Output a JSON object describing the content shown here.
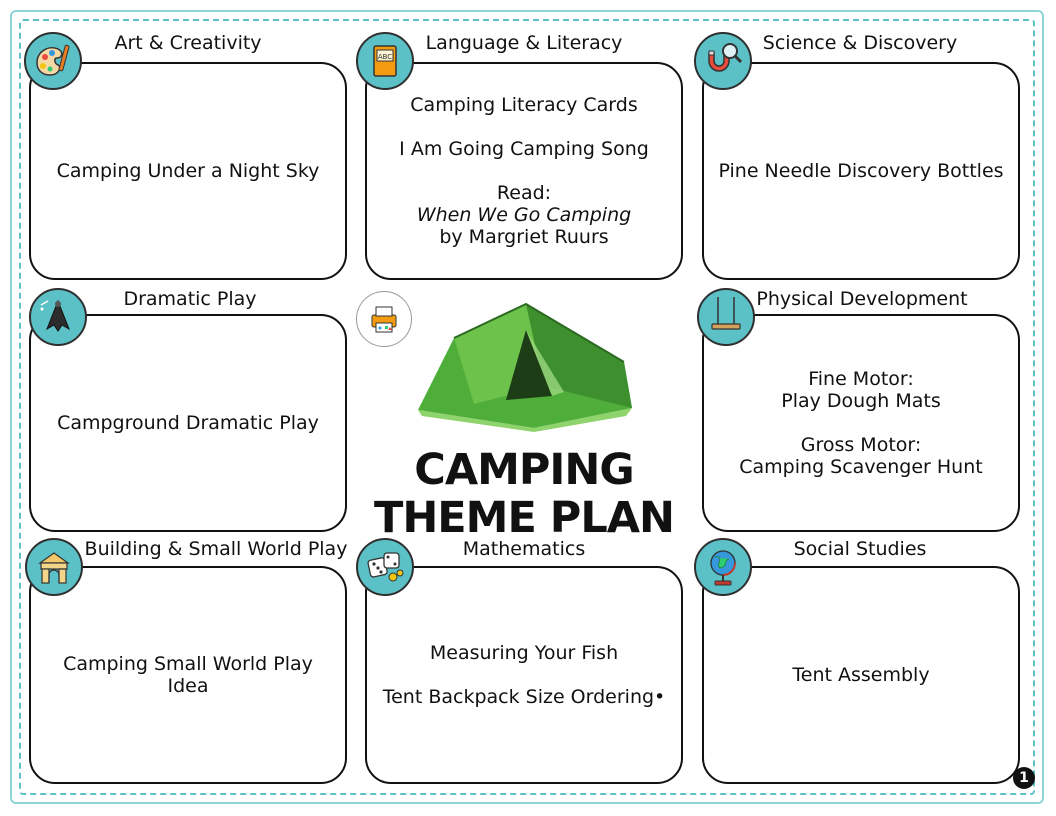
{
  "page_number": "1",
  "center": {
    "title_line1": "CAMPING",
    "title_line2": "THEME PLAN"
  },
  "sections": {
    "art": {
      "title": "Art & Creativity",
      "items": [
        "Camping Under a Night Sky"
      ]
    },
    "language": {
      "title": "Language & Literacy",
      "item1": "Camping Literacy Cards",
      "item2": "I Am Going Camping Song",
      "read_label": "Read:",
      "book_title": "When We Go Camping",
      "book_author": "by Margriet Ruurs"
    },
    "science": {
      "title": "Science & Discovery",
      "items": [
        "Pine Needle Discovery Bottles"
      ]
    },
    "dramatic": {
      "title": "Dramatic Play",
      "items": [
        "Campground Dramatic Play"
      ]
    },
    "physical": {
      "title": "Physical Development",
      "fine_label": "Fine Motor:",
      "fine_item": "Play Dough Mats",
      "gross_label": "Gross Motor:",
      "gross_item": "Camping Scavenger Hunt"
    },
    "building": {
      "title": "Building & Small World Play",
      "line1": "Camping Small World Play",
      "line2": "Idea"
    },
    "math": {
      "title": "Mathematics",
      "item1": "Measuring Your Fish",
      "item2": "Tent Backpack Size Ordering•"
    },
    "social": {
      "title": "Social Studies",
      "items": [
        "Tent Assembly"
      ]
    }
  },
  "colors": {
    "icon_teal": "#5bc1c7",
    "border_dash": "#5cc2c7",
    "tent_green": "#4fae3a"
  },
  "icons": [
    "palette-icon",
    "abc-book-icon",
    "magnet-magnifier-icon",
    "cape-icon",
    "swing-icon",
    "blocks-icon",
    "dice-icon",
    "globe-icon",
    "printer-logo-icon",
    "tent-icon"
  ]
}
